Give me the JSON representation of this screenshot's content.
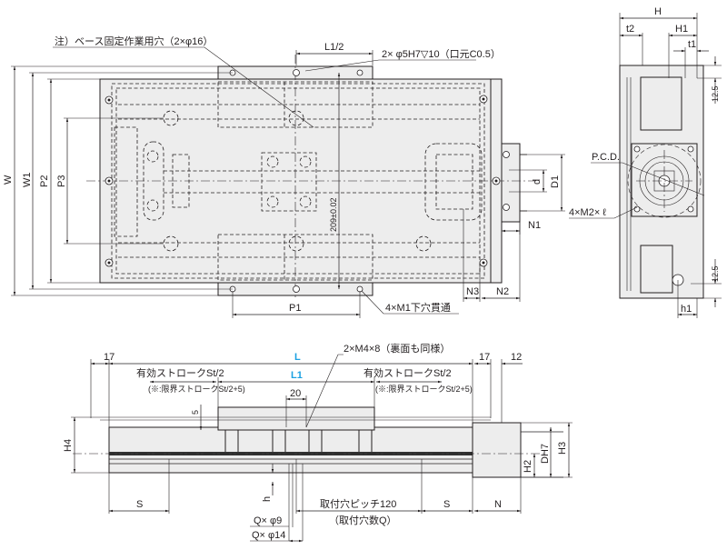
{
  "drawing": {
    "type": "technical-drawing",
    "views": [
      "top-view",
      "side-view",
      "front-view"
    ],
    "accent_color": "#1ba1e2",
    "top_view": {
      "notes": {
        "base_fixing_hole": "注）ベース固定作業用穴（2×φ16）",
        "pin_hole": "2× φ5H7▽10（口元C0.5）",
        "m1_hole": "4×M1下穴貫通"
      },
      "dims": {
        "l1_half": "L1/2",
        "w": "W",
        "w1": "W1",
        "p2": "P2",
        "p3": "P3",
        "p1": "P1",
        "center_dist": "209±0.02",
        "d": "d",
        "d1": "D1",
        "n1": "N1",
        "n2": "N2",
        "n3": "N3"
      }
    },
    "side_view": {
      "dims": {
        "h": "H",
        "h1": "H1",
        "t1": "t1",
        "t2": "t2",
        "pitch_top": "12.5",
        "pitch_bottom": "12.5",
        "h1_lower": "h1"
      },
      "notes": {
        "pcd": "P.C.D.",
        "m2": "4×M2× ℓ"
      }
    },
    "front_view": {
      "dims": {
        "l": "L",
        "l1": "L1",
        "left_17": "17",
        "right_17": "17",
        "right_12": "12",
        "twenty": "20",
        "five": "5",
        "h4": "H4",
        "h2": "H2",
        "dh7": "DH7",
        "h3": "H3",
        "h_small": "h",
        "s_left": "S",
        "s_right": "S",
        "n": "N",
        "pitch": "取付穴ピッチ120",
        "hole_count": "（取付穴数Q）",
        "q_phi9": "Q× φ9",
        "q_phi14": "Q× φ14"
      },
      "notes": {
        "m4_hole": "2×M4×8（裏面も同様）",
        "stroke_left": "有効ストロークSt/2",
        "stroke_right": "有効ストロークSt/2",
        "limit_left": "(※:限界ストロークSt/2+5)",
        "limit_right": "(※:限界ストロークSt/2+5)"
      }
    }
  }
}
